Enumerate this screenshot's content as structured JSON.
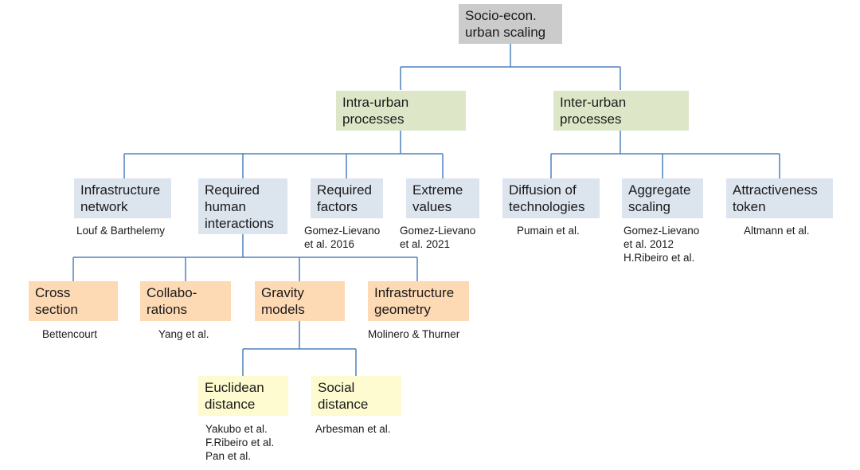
{
  "diagram": {
    "line_color": "#4f81bd",
    "colors": {
      "root": "#cbcbcb",
      "level1": "#dde7c8",
      "level2": "#dce4ee",
      "level3": "#fdd9b4",
      "level4": "#fdfbcf"
    },
    "nodes": {
      "root": {
        "label": "Socio-econ.\nurban scaling"
      },
      "intra": {
        "label": "Intra-urban\nprocesses"
      },
      "inter": {
        "label": "Inter-urban\nprocesses"
      },
      "infra_network": {
        "label": "Infrastructure\nnetwork",
        "refs": "Louf & Barthelemy"
      },
      "human_interactions": {
        "label": "Required\nhuman\ninteractions"
      },
      "required_factors": {
        "label": "Required\nfactors",
        "refs": "Gomez-Lievano\net al. 2016"
      },
      "extreme_values": {
        "label": "Extreme\nvalues",
        "refs": "Gomez-Lievano\net al. 2021"
      },
      "diffusion": {
        "label": "Diffusion of\ntechnologies",
        "refs": "Pumain et al."
      },
      "aggregate": {
        "label": "Aggregate\nscaling",
        "refs": "Gomez-Lievano\net al. 2012\nH.Ribeiro et al."
      },
      "attractiveness": {
        "label": "Attractiveness\ntoken",
        "refs": "Altmann et al."
      },
      "cross_section": {
        "label": "Cross\nsection",
        "refs": "Bettencourt"
      },
      "collaborations": {
        "label": "Collabo-\nrations",
        "refs": "Yang et al."
      },
      "gravity": {
        "label": "Gravity\nmodels"
      },
      "infra_geometry": {
        "label": "Infrastructure\ngeometry",
        "refs": "Molinero & Thurner"
      },
      "euclidean": {
        "label": "Euclidean\ndistance",
        "refs": "Yakubo et al.\nF.Ribeiro et al.\nPan et al."
      },
      "social": {
        "label": "Social\ndistance",
        "refs": "Arbesman et al."
      }
    },
    "edges": [
      [
        "root",
        "intra"
      ],
      [
        "root",
        "inter"
      ],
      [
        "intra",
        "infra_network"
      ],
      [
        "intra",
        "human_interactions"
      ],
      [
        "intra",
        "required_factors"
      ],
      [
        "intra",
        "extreme_values"
      ],
      [
        "inter",
        "diffusion"
      ],
      [
        "inter",
        "aggregate"
      ],
      [
        "inter",
        "attractiveness"
      ],
      [
        "human_interactions",
        "cross_section"
      ],
      [
        "human_interactions",
        "collaborations"
      ],
      [
        "human_interactions",
        "gravity"
      ],
      [
        "human_interactions",
        "infra_geometry"
      ],
      [
        "gravity",
        "euclidean"
      ],
      [
        "gravity",
        "social"
      ]
    ]
  }
}
